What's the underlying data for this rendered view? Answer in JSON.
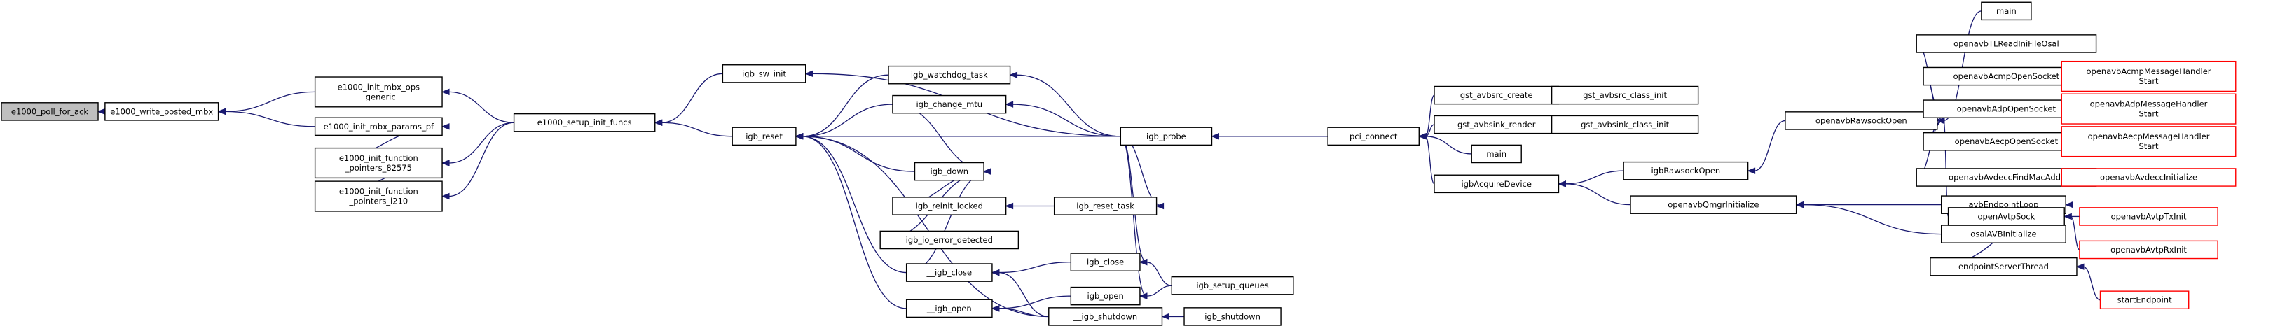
{
  "graph": {
    "title": "",
    "nodes": [
      {
        "id": "poll",
        "lines": [
          "e1000_poll_for_ack"
        ],
        "style": "start"
      },
      {
        "id": "wpm",
        "lines": [
          "e1000_write_posted_mbx"
        ]
      },
      {
        "id": "imo",
        "lines": [
          "e1000_init_mbx_ops",
          "_generic"
        ]
      },
      {
        "id": "imp",
        "lines": [
          "e1000_init_mbx_params_pf"
        ]
      },
      {
        "id": "ifp82",
        "lines": [
          "e1000_init_function",
          "_pointers_82575"
        ]
      },
      {
        "id": "ifpi",
        "lines": [
          "e1000_init_function",
          "_pointers_i210"
        ]
      },
      {
        "id": "esif",
        "lines": [
          "e1000_setup_init_funcs"
        ]
      },
      {
        "id": "swinit",
        "lines": [
          "igb_sw_init"
        ]
      },
      {
        "id": "reset",
        "lines": [
          "igb_reset"
        ]
      },
      {
        "id": "wdt",
        "lines": [
          "igb_watchdog_task"
        ]
      },
      {
        "id": "mtu",
        "lines": [
          "igb_change_mtu"
        ]
      },
      {
        "id": "down",
        "lines": [
          "igb_down"
        ]
      },
      {
        "id": "reinit",
        "lines": [
          "igb_reinit_locked"
        ]
      },
      {
        "id": "ioerr",
        "lines": [
          "igb_io_error_detected"
        ]
      },
      {
        "id": "uclose",
        "lines": [
          "__igb_close"
        ]
      },
      {
        "id": "uopen",
        "lines": [
          "__igb_open"
        ]
      },
      {
        "id": "rtask",
        "lines": [
          "igb_reset_task"
        ]
      },
      {
        "id": "close",
        "lines": [
          "igb_close"
        ]
      },
      {
        "id": "open",
        "lines": [
          "igb_open"
        ]
      },
      {
        "id": "ushut",
        "lines": [
          "__igb_shutdown"
        ]
      },
      {
        "id": "probe",
        "lines": [
          "igb_probe"
        ]
      },
      {
        "id": "sq",
        "lines": [
          "igb_setup_queues"
        ]
      },
      {
        "id": "shut",
        "lines": [
          "igb_shutdown"
        ]
      },
      {
        "id": "pci",
        "lines": [
          "pci_connect"
        ]
      },
      {
        "id": "src",
        "lines": [
          "gst_avbsrc_create"
        ]
      },
      {
        "id": "srcci",
        "lines": [
          "gst_avbsrc_class_init"
        ]
      },
      {
        "id": "sink",
        "lines": [
          "gst_avbsink_render"
        ]
      },
      {
        "id": "sinkci",
        "lines": [
          "gst_avbsink_class_init"
        ]
      },
      {
        "id": "main1",
        "lines": [
          "main"
        ]
      },
      {
        "id": "acq",
        "lines": [
          "igbAcquireDevice"
        ]
      },
      {
        "id": "rso",
        "lines": [
          "igbRawsockOpen"
        ]
      },
      {
        "id": "qmgr",
        "lines": [
          "openavbQmgrInitialize"
        ]
      },
      {
        "id": "orso",
        "lines": [
          "openavbRawsockOpen"
        ]
      },
      {
        "id": "ael",
        "lines": [
          "avbEndpointLoop"
        ]
      },
      {
        "id": "osal",
        "lines": [
          "osalAVBInitialize"
        ]
      },
      {
        "id": "est",
        "lines": [
          "endpointServerThread"
        ]
      },
      {
        "id": "se",
        "lines": [
          "startEndpoint"
        ],
        "style": "ext"
      },
      {
        "id": "main2",
        "lines": [
          "main"
        ]
      },
      {
        "id": "tlr",
        "lines": [
          "openavbTLReadIniFileOsal"
        ]
      },
      {
        "id": "acmp",
        "lines": [
          "openavbAcmpOpenSocket"
        ]
      },
      {
        "id": "acmph",
        "lines": [
          "openavbAcmpMessageHandler",
          "Start"
        ],
        "style": "ext"
      },
      {
        "id": "adp",
        "lines": [
          "openavbAdpOpenSocket"
        ]
      },
      {
        "id": "adph",
        "lines": [
          "openavbAdpMessageHandler",
          "Start"
        ],
        "style": "ext"
      },
      {
        "id": "aecp",
        "lines": [
          "openavbAecpOpenSocket"
        ]
      },
      {
        "id": "aecph",
        "lines": [
          "openavbAecpMessageHandler",
          "Start"
        ],
        "style": "ext"
      },
      {
        "id": "fma",
        "lines": [
          "openavbAvdeccFindMacAddr"
        ]
      },
      {
        "id": "avinit",
        "lines": [
          "openavbAvdeccInitialize"
        ],
        "style": "ext"
      },
      {
        "id": "avtp",
        "lines": [
          "openAvtpSock"
        ]
      },
      {
        "id": "tx",
        "lines": [
          "openavbAvtpTxInit"
        ],
        "style": "ext"
      },
      {
        "id": "rx",
        "lines": [
          "openavbAvtpRxInit"
        ],
        "style": "ext"
      }
    ],
    "edges": [
      [
        "wpm",
        "poll"
      ],
      [
        "imo",
        "wpm"
      ],
      [
        "imp",
        "wpm"
      ],
      [
        "esif",
        "imo"
      ],
      [
        "ifp82",
        "imp"
      ],
      [
        "esif",
        "ifp82"
      ],
      [
        "ifpi",
        "ifp82"
      ],
      [
        "esif",
        "ifpi"
      ],
      [
        "swinit",
        "esif"
      ],
      [
        "reset",
        "esif"
      ],
      [
        "probe",
        "swinit"
      ],
      [
        "wdt",
        "reset"
      ],
      [
        "mtu",
        "reset"
      ],
      [
        "probe",
        "reset"
      ],
      [
        "down",
        "reset"
      ],
      [
        "uclose",
        "reset"
      ],
      [
        "uopen",
        "reset"
      ],
      [
        "ushut",
        "reset"
      ],
      [
        "probe",
        "wdt"
      ],
      [
        "probe",
        "mtu"
      ],
      [
        "mtu",
        "down"
      ],
      [
        "reinit",
        "down"
      ],
      [
        "ioerr",
        "down"
      ],
      [
        "uclose",
        "down"
      ],
      [
        "rtask",
        "reinit"
      ],
      [
        "probe",
        "rtask"
      ],
      [
        "close",
        "uclose"
      ],
      [
        "ushut",
        "uclose"
      ],
      [
        "open",
        "uopen"
      ],
      [
        "ushut",
        "uopen"
      ],
      [
        "probe",
        "close"
      ],
      [
        "probe",
        "open"
      ],
      [
        "sq",
        "close"
      ],
      [
        "sq",
        "open"
      ],
      [
        "shut",
        "ushut"
      ],
      [
        "pci",
        "probe"
      ],
      [
        "src",
        "pci"
      ],
      [
        "sink",
        "pci"
      ],
      [
        "main1",
        "pci"
      ],
      [
        "acq",
        "pci"
      ],
      [
        "srcci",
        "src"
      ],
      [
        "sinkci",
        "sink"
      ],
      [
        "rso",
        "acq"
      ],
      [
        "qmgr",
        "acq"
      ],
      [
        "orso",
        "rso"
      ],
      [
        "ael",
        "qmgr"
      ],
      [
        "osal",
        "qmgr"
      ],
      [
        "est",
        "ael"
      ],
      [
        "se",
        "est"
      ],
      [
        "main2",
        "orso"
      ],
      [
        "tlr",
        "orso"
      ],
      [
        "acmp",
        "orso"
      ],
      [
        "adp",
        "orso"
      ],
      [
        "aecp",
        "orso"
      ],
      [
        "fma",
        "orso"
      ],
      [
        "avtp",
        "orso"
      ],
      [
        "acmph",
        "acmp"
      ],
      [
        "adph",
        "adp"
      ],
      [
        "aecph",
        "aecp"
      ],
      [
        "avinit",
        "fma"
      ],
      [
        "tx",
        "avtp"
      ],
      [
        "rx",
        "avtp"
      ]
    ]
  }
}
